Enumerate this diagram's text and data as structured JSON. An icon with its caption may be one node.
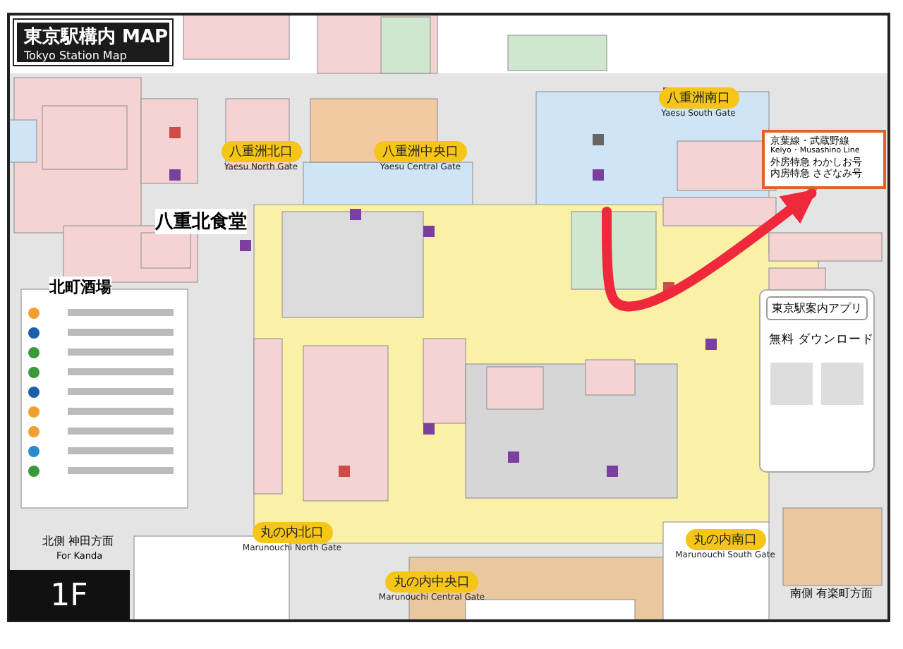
{
  "diagram": {
    "nodes": [
      {
        "text": [
          "東京駅構内 MAP",
          "Tokyo Station Map"
        ]
      },
      {
        "text": [
          "八重洲北口",
          "Yaesu North Gate"
        ]
      },
      {
        "text": [
          "八重洲中央口",
          "Yaesu Central Gate"
        ]
      },
      {
        "text": [
          "八重洲南口",
          "Yaesu South Gate"
        ]
      },
      {
        "text": [
          "京葉線・武蔵野線",
          "Keiyo・Musashino Line",
          "外房特急 わかしお号",
          "内房特急 さざなみ号"
        ]
      },
      {
        "text": [
          "東京駅案内アプリ",
          "無料 ダウンロード"
        ]
      },
      {
        "text": [
          "丸の内北口",
          "Marunouchi North Gate"
        ]
      },
      {
        "text": [
          "丸の内中央口",
          "Marunouchi Central Gate"
        ]
      },
      {
        "text": [
          "丸の内南口",
          "Marunouchi South Gate"
        ]
      },
      {
        "text": [
          "1F"
        ]
      }
    ],
    "edges": [
      {
        "from": null,
        "to": 4,
        "arrow": "to",
        "color": "#f0283c"
      }
    ],
    "labels": [
      "八重北食堂",
      "北町酒場",
      "北側 神田方面",
      "For Kanda",
      "南側 有楽町方面"
    ]
  }
}
